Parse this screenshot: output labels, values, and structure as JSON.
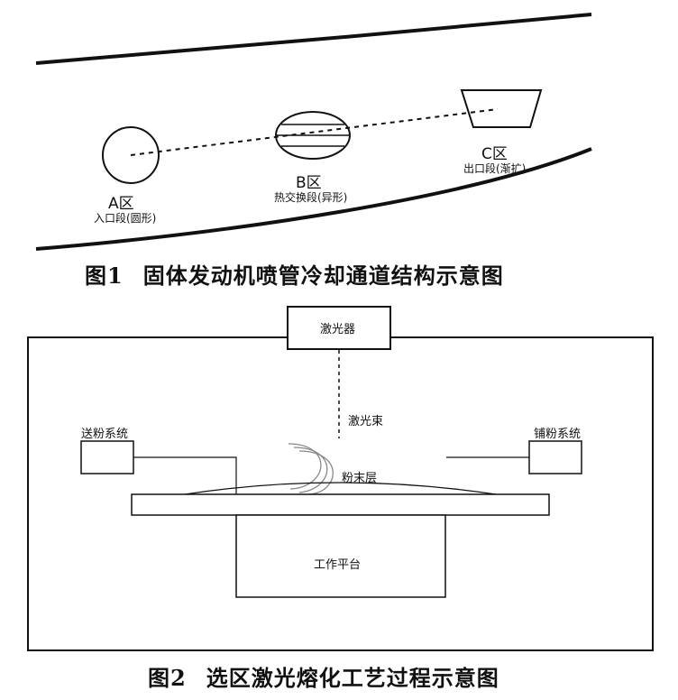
{
  "figure1": {
    "zone_a": {
      "title": "A区",
      "subtitle": "入口段(圆形)"
    },
    "zone_b": {
      "title": "B区",
      "subtitle": "热交换段(异形)"
    },
    "zone_c": {
      "title": "C区",
      "subtitle": "出口段(渐扩)"
    },
    "caption_num": "图1",
    "caption_text": "固体发动机喷管冷却通道结构示意图"
  },
  "figure2": {
    "laser": "激光器",
    "laser_beam": "激光束",
    "powder_feed": "送粉系统",
    "powder_spread": "铺粉系统",
    "powder_layer": "粉末层",
    "work_platform": "工作平台",
    "caption_num": "图2",
    "caption_text": "选区激光熔化工艺过程示意图"
  }
}
